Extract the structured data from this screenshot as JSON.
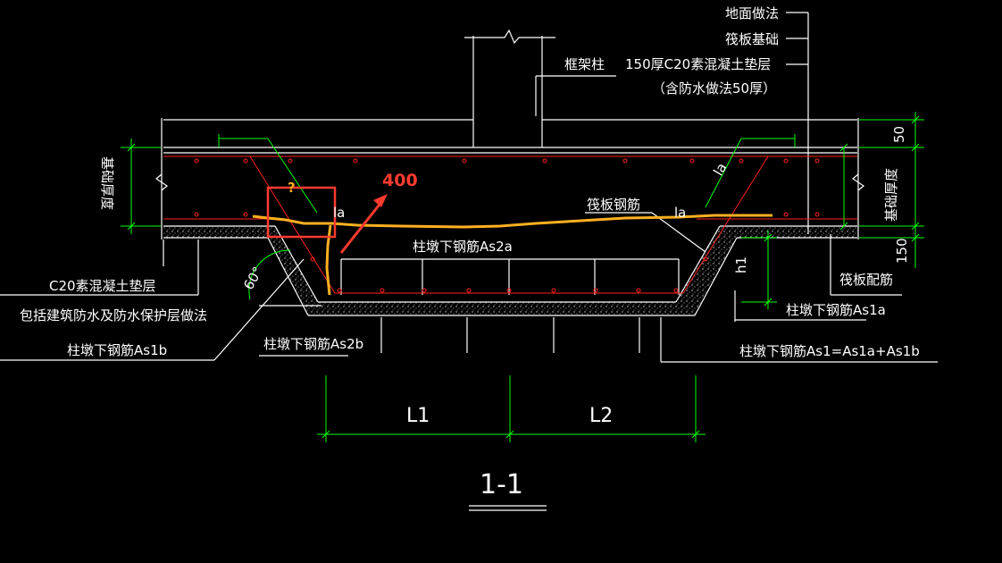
{
  "drawing": {
    "title": "1-1",
    "labels": {
      "floor_finish": "地面做法",
      "raft_foundation": "筏板基础",
      "frame_column": "框架柱",
      "cushion_layer": "150厚C20素混凝土垫层",
      "cushion_note": "（含防水做法50厚）",
      "raft_rebar": "筏板钢筋",
      "pier_rebar_as2a": "柱墩下钢筋As2a",
      "pier_rebar_as2b": "柱墩下钢筋As2b",
      "pier_rebar_as1a": "柱墩下钢筋As1a",
      "pier_rebar_as1b": "柱墩下钢筋As1b",
      "pier_rebar_as1": "柱墩下钢筋As1=As1a+As1b",
      "raft_distribution": "筏板配筋",
      "c20_cushion": "C20素混凝土垫层",
      "waterproof_note": "包括建筑防水及防水保护层做法",
      "thickness_left": "基础厚度",
      "thickness_right": "基础厚度",
      "angle": "60°",
      "la_1": "la",
      "la_2": "la",
      "la_3": "la",
      "h1": "h1"
    },
    "dimensions": {
      "top_50": "50",
      "bottom_150": "150",
      "L1": "L1",
      "L2": "L2"
    },
    "annotations": {
      "red_number": "400",
      "question_mark": "?"
    },
    "colors": {
      "background": "#000000",
      "line_white": "#ffffff",
      "line_red": "#ff2020",
      "line_green": "#00ff00",
      "annotation_red": "#ff3b30",
      "annotation_yellow": "#ffb020"
    }
  }
}
